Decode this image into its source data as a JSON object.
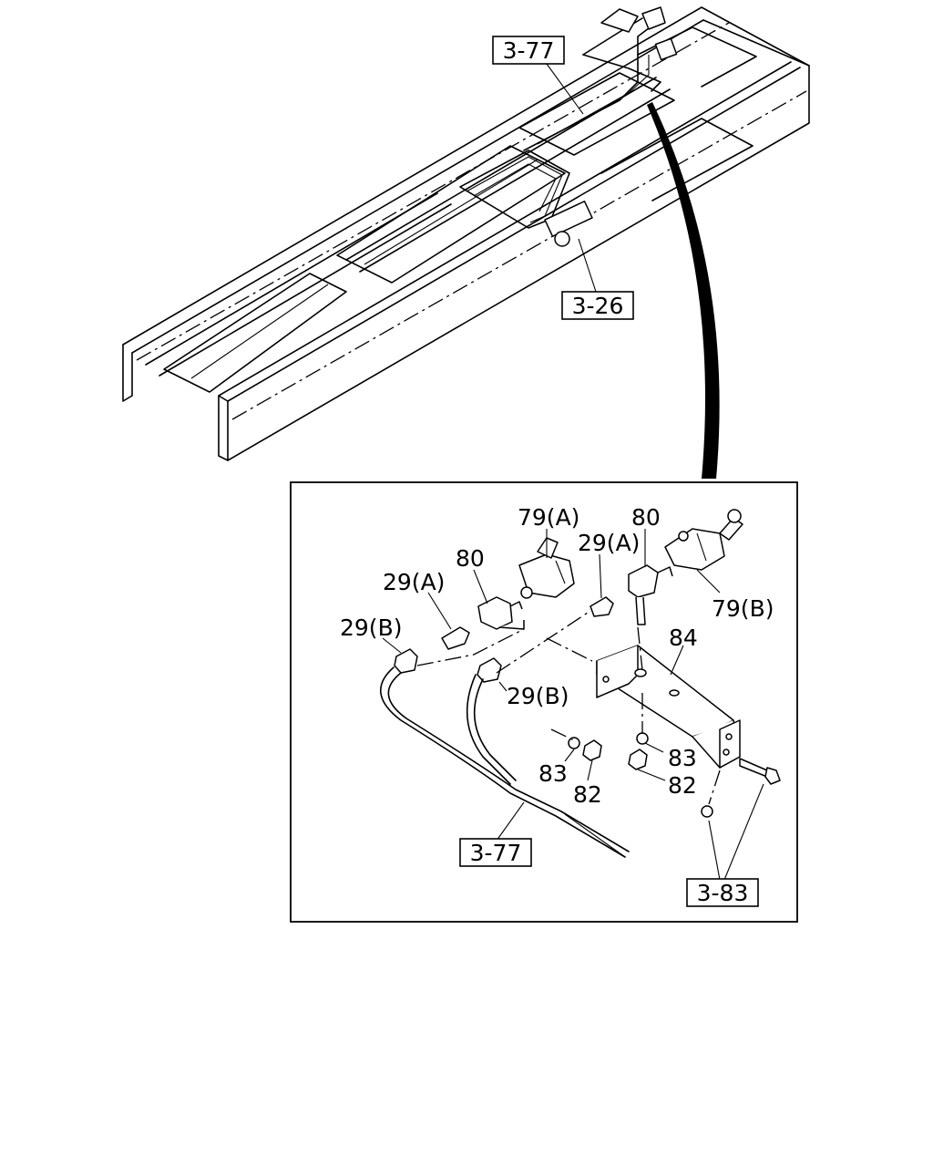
{
  "overview": {
    "callouts": [
      "3-77",
      "3-26"
    ]
  },
  "detail": {
    "labels": {
      "l79a": "79(A)",
      "l80_top": "80",
      "l29a_right": "29(A)",
      "l80_left": "80",
      "l29a_left": "29(A)",
      "l79b": "79(B)",
      "l29b_left": "29(B)",
      "l84": "84",
      "l29b_mid": "29(B)",
      "l83_right": "83",
      "l83_left": "83",
      "l82_right": "82",
      "l82_left": "82"
    },
    "refs": {
      "r377": "3-77",
      "r383": "3-83"
    }
  }
}
